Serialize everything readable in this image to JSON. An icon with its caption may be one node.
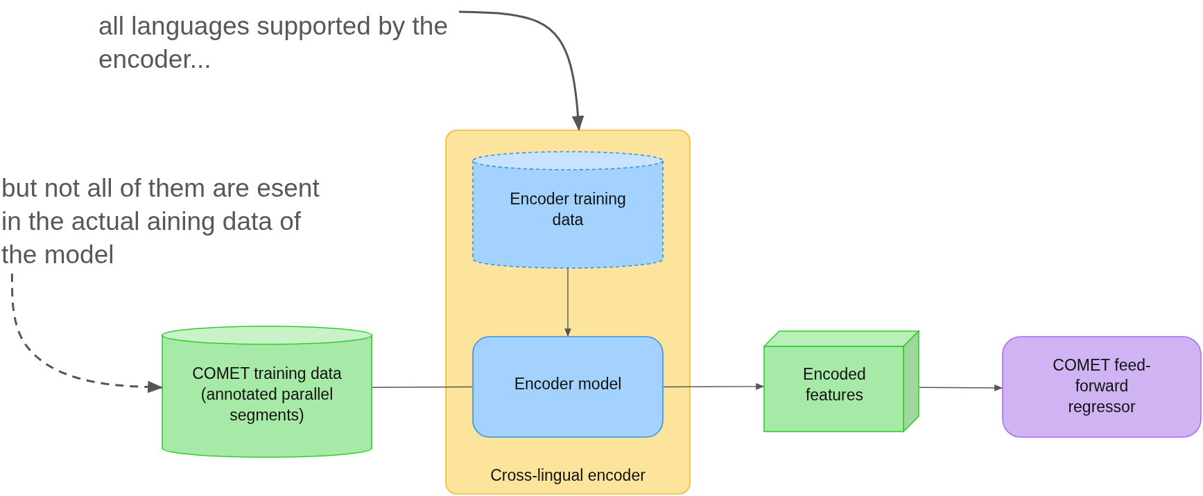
{
  "diagram": {
    "nodes": [
      {
        "text": [
          "all languages supported by the encoder..."
        ]
      },
      {
        "text": [
          "but not all of them are esent in the actual aining data of the model"
        ]
      },
      {
        "text": [
          "COMET training data (annotated parallel segments)"
        ]
      },
      {
        "text": [
          "Cross-lingual encoder"
        ]
      },
      {
        "text": [
          "Encoder training data"
        ],
        "in": 3
      },
      {
        "text": [
          "Encoder model"
        ],
        "in": 3
      },
      {
        "text": [
          "Encoded features"
        ]
      },
      {
        "text": [
          "COMET feed-forward regressor"
        ]
      }
    ],
    "edges": [
      {
        "from": 0,
        "to": 3,
        "arrow": "to"
      },
      {
        "from": 1,
        "to": 2,
        "arrow": "to",
        "style": "dashed"
      },
      {
        "from": 2,
        "to": 5,
        "arrow": "none"
      },
      {
        "from": 4,
        "to": 5,
        "arrow": "to"
      },
      {
        "from": 5,
        "to": 6,
        "arrow": "to"
      },
      {
        "from": 6,
        "to": 7,
        "arrow": "to"
      }
    ]
  }
}
